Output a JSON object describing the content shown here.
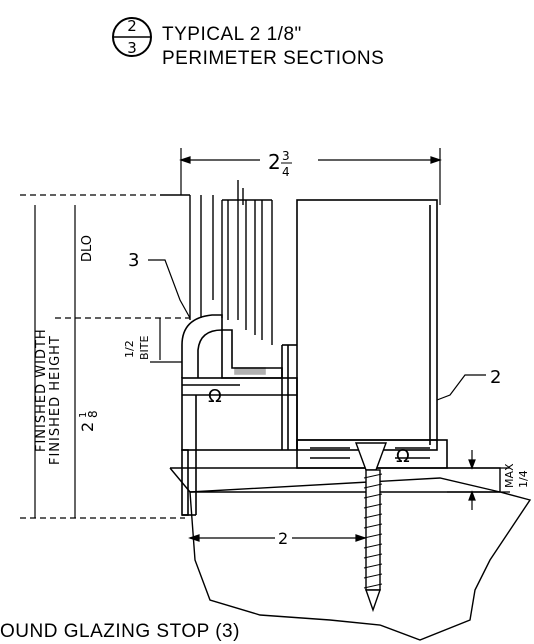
{
  "section_marker": {
    "numerator": "2",
    "denominator": "3"
  },
  "title": {
    "line1": "TYPICAL 2 1/8\"",
    "line2": "PERIMETER SECTIONS"
  },
  "dimensions": {
    "top_width_whole": "2",
    "top_width_num": "3",
    "top_width_den": "4",
    "dlo": "DLO",
    "bite_value": "1/2",
    "bite_label": "BITE",
    "side_whole": "2",
    "side_frac": "1",
    "side_frac_den": "8",
    "finished_width": "FINISHED WIDTH",
    "finished_height": "FINISHED HEIGHT",
    "bottom_width": "2",
    "max_label": "MAX",
    "max_value": "1/4"
  },
  "callouts": {
    "glazing_stop": "3",
    "frame": "2"
  },
  "caption": "OUND GLAZING STOP (3)"
}
